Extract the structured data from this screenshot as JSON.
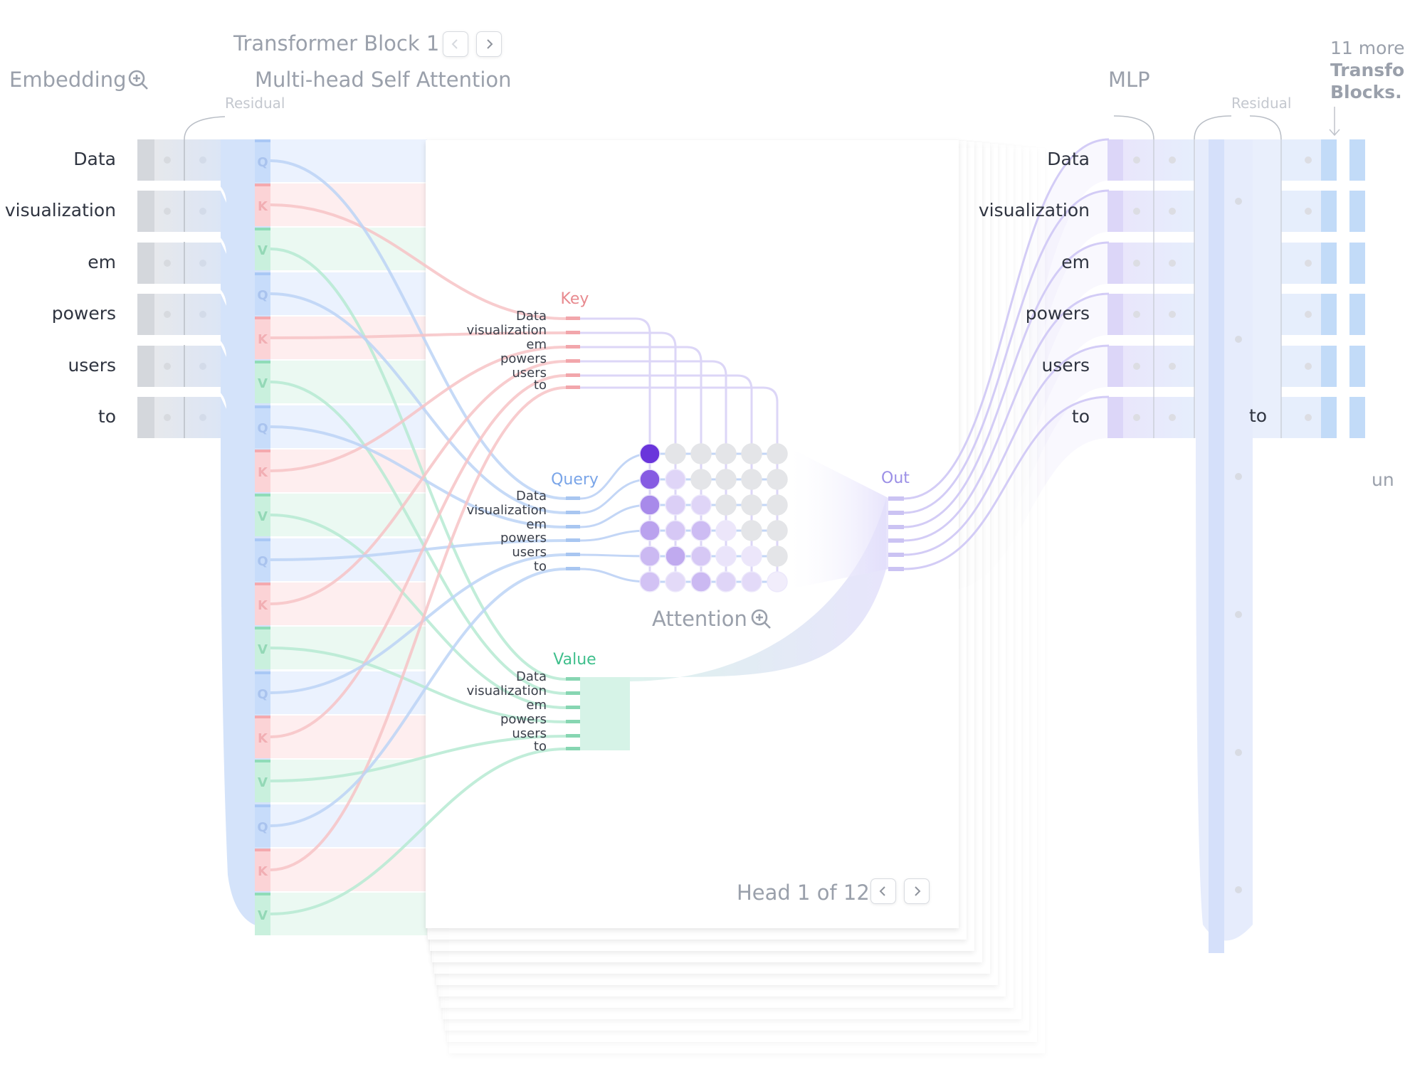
{
  "header": {
    "block_title": "Transformer Block 1",
    "embedding_label": "Embedding",
    "attention_title": "Multi-head Self Attention",
    "mlp_label": "MLP",
    "residual_label": "Residual",
    "more_blocks": {
      "count_text": "11 more",
      "line2": "Transfo",
      "line3": "Blocks."
    }
  },
  "tokens": [
    "Data",
    "visualization",
    "em",
    "powers",
    "users",
    "to"
  ],
  "attention_head": {
    "key_label": "Key",
    "query_label": "Query",
    "value_label": "Value",
    "out_label": "Out",
    "attention_label": "Attention",
    "head_text": "Head 1 of 12",
    "current_head": 1,
    "total_heads": 12
  },
  "qkv_letters": [
    "Q",
    "K",
    "V"
  ],
  "mlp_next_token": "to",
  "partial_text": "un",
  "attention_matrix": [
    [
      1.0,
      0.0,
      0.0,
      0.0,
      0.0,
      0.0
    ],
    [
      0.8,
      0.15,
      0.0,
      0.0,
      0.0,
      0.0
    ],
    [
      0.55,
      0.18,
      0.15,
      0.0,
      0.0,
      0.0
    ],
    [
      0.42,
      0.22,
      0.28,
      0.06,
      0.0,
      0.0
    ],
    [
      0.3,
      0.38,
      0.22,
      0.07,
      0.06,
      0.0
    ],
    [
      0.25,
      0.12,
      0.3,
      0.15,
      0.12,
      0.02
    ]
  ],
  "colors": {
    "query": "#7aa5e8",
    "key": "#e88a8f",
    "value": "#3fbf8c",
    "out": "#9b8fe6",
    "attention": "#6a35db",
    "title": "#9aa0ab",
    "token_text": "#2f3440"
  }
}
